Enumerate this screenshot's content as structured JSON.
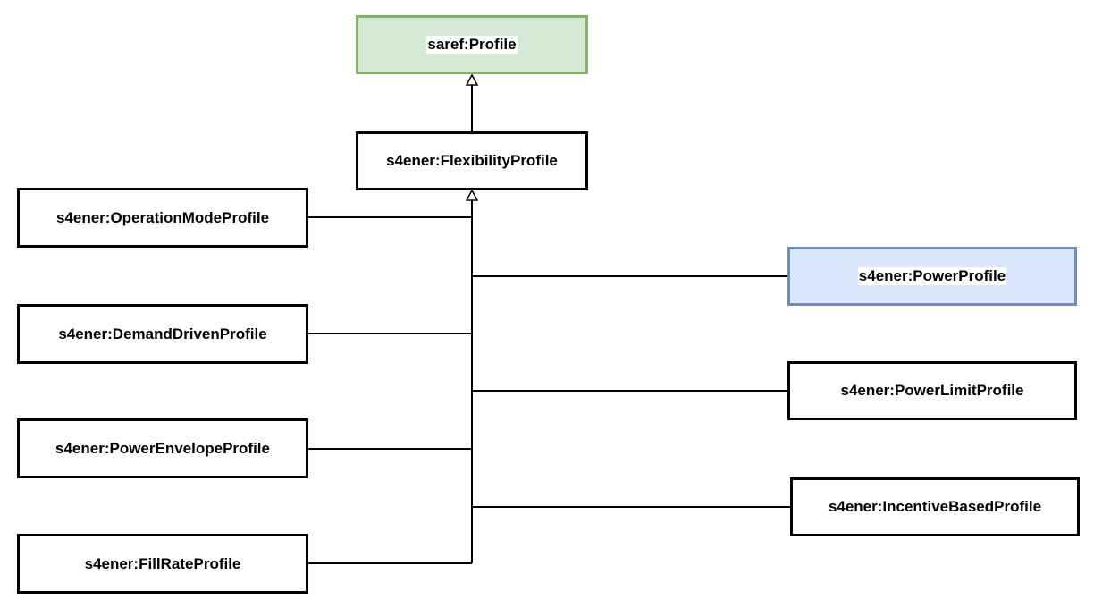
{
  "nodes": {
    "profile": {
      "label": "saref:Profile",
      "fill": "#d5e8d4",
      "stroke": "#82b366"
    },
    "flexibility": {
      "label": "s4ener:FlexibilityProfile"
    },
    "operation_mode": {
      "label": "s4ener:OperationModeProfile"
    },
    "demand_driven": {
      "label": "s4ener:DemandDrivenProfile"
    },
    "power_envelope": {
      "label": "s4ener:PowerEnvelopeProfile"
    },
    "fill_rate": {
      "label": "s4ener:FillRateProfile"
    },
    "power": {
      "label": "s4ener:PowerProfile",
      "fill": "#dae8fc",
      "stroke": "#6c8ebf"
    },
    "power_limit": {
      "label": "s4ener:PowerLimitProfile"
    },
    "incentive_based": {
      "label": "s4ener:IncentiveBasedProfile"
    }
  },
  "edges": [
    {
      "from": "flexibility",
      "to": "profile",
      "relation": "subClassOf"
    },
    {
      "from": "operation_mode",
      "to": "flexibility",
      "relation": "subClassOf"
    },
    {
      "from": "demand_driven",
      "to": "flexibility",
      "relation": "subClassOf"
    },
    {
      "from": "power_envelope",
      "to": "flexibility",
      "relation": "subClassOf"
    },
    {
      "from": "fill_rate",
      "to": "flexibility",
      "relation": "subClassOf"
    },
    {
      "from": "power",
      "to": "flexibility",
      "relation": "subClassOf"
    },
    {
      "from": "power_limit",
      "to": "flexibility",
      "relation": "subClassOf"
    },
    {
      "from": "incentive_based",
      "to": "flexibility",
      "relation": "subClassOf"
    }
  ]
}
